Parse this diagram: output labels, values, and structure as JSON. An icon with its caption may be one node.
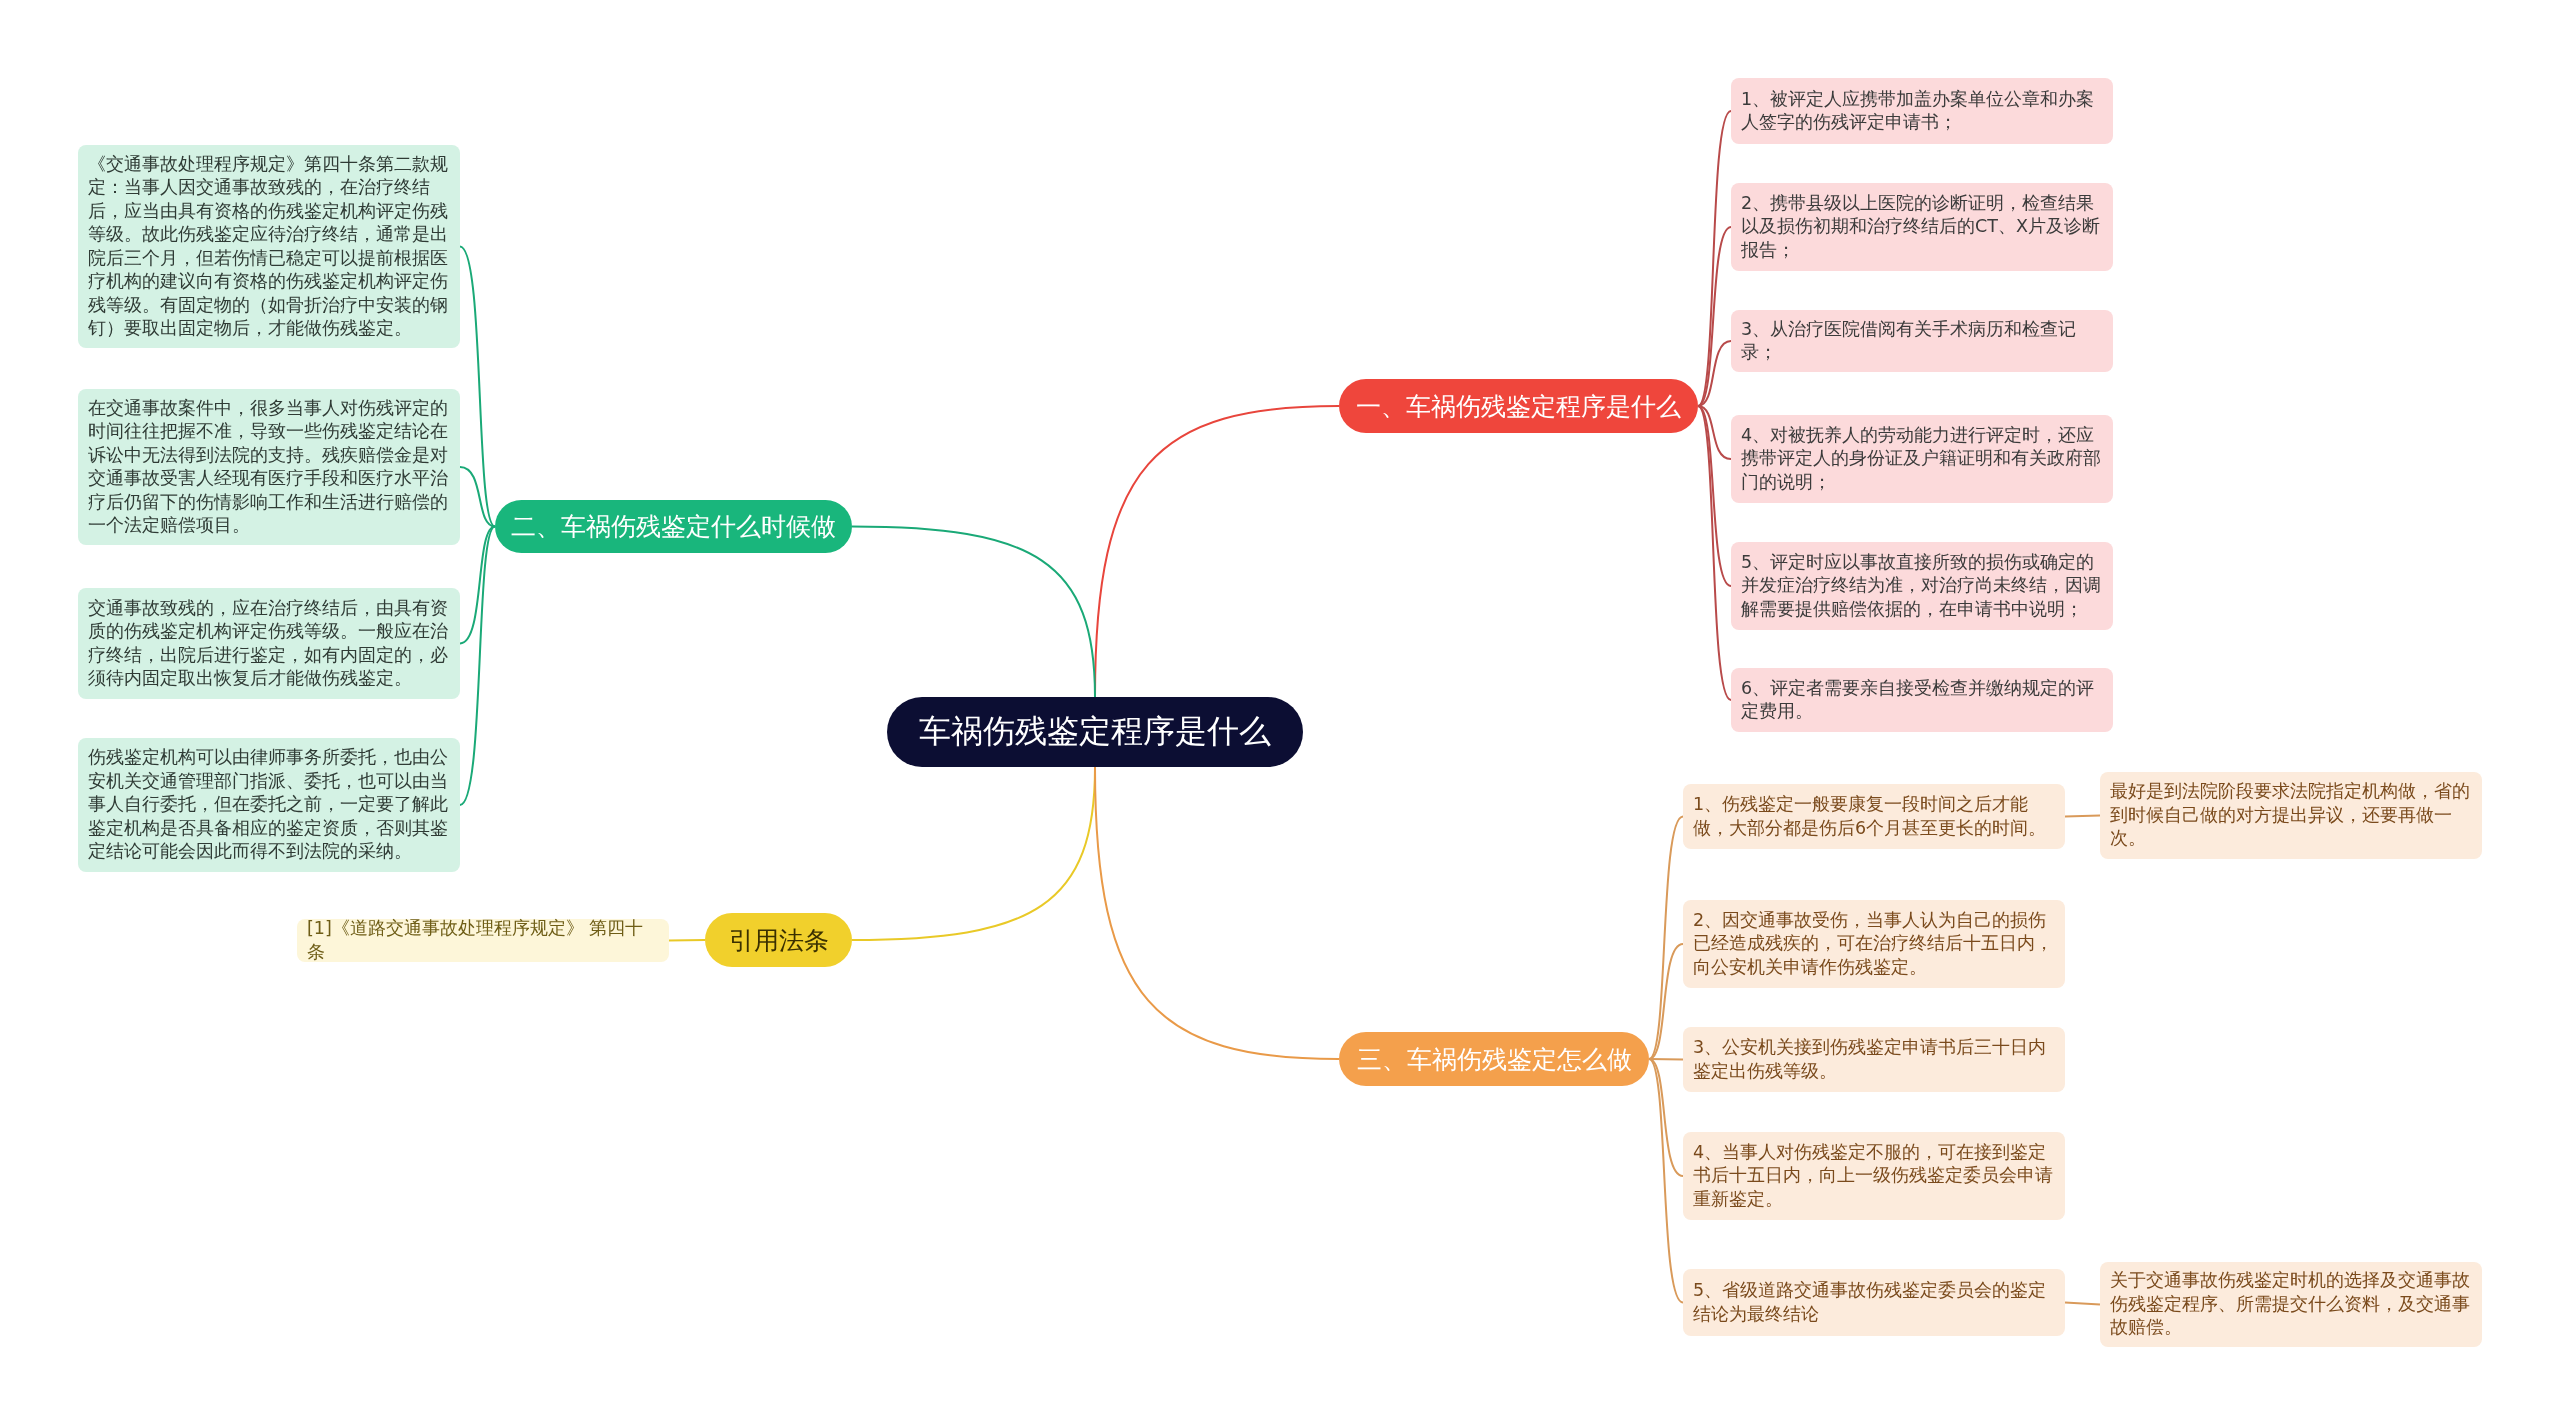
{
  "diagram": {
    "nodes": [
      {
        "text": [
          "车祸伤残鉴定程序是什么"
        ]
      },
      {
        "text": [
          "一、车祸伤残鉴定程序是什么"
        ]
      },
      {
        "text": [
          "1、被评定人应携带加盖办案单位公章和办案人签字的伤残评定申请书；"
        ]
      },
      {
        "text": [
          "2、携带县级以上医院的诊断证明，检查结果以及损伤初期和治疗终结后的CT、X片及诊断报告；"
        ]
      },
      {
        "text": [
          "3、从治疗医院借阅有关手术病历和检查记录；"
        ]
      },
      {
        "text": [
          "4、对被抚养人的劳动能力进行评定时，还应携带评定人的身份证及户籍证明和有关政府部门的说明；"
        ]
      },
      {
        "text": [
          "5、评定时应以事故直接所致的损伤或确定的并发症治疗终结为准，对治疗尚未终结，因调解需要提供赔偿依据的，在申请书中说明；"
        ]
      },
      {
        "text": [
          "6、评定者需要亲自接受检查并缴纳规定的评定费用。"
        ]
      },
      {
        "text": [
          "二、车祸伤残鉴定什么时候做"
        ]
      },
      {
        "text": [
          "《交通事故处理程序规定》第四十条第二款规定：当事人因交通事故致残的，在治疗终结后，应当由具有资格的伤残鉴定机构评定伤残等级。故此伤残鉴定应待治疗终结，通常是出院后三个月，但若伤情已稳定可以提前根据医疗机构的建议向有资格的伤残鉴定机构评定伤残等级。有固定物的（如骨折治疗中安装的钢钉）要取出固定物后，才能做伤残鉴定。"
        ]
      },
      {
        "text": [
          "在交通事故案件中，很多当事人对伤残评定的时间往往把握不准，导致一些伤残鉴定结论在诉讼中无法得到法院的支持。残疾赔偿金是对交通事故受害人经现有医疗手段和医疗水平治疗后仍留下的伤情影响工作和生活进行赔偿的一个法定赔偿项目。"
        ]
      },
      {
        "text": [
          "交通事故致残的，应在治疗终结后，由具有资质的伤残鉴定机构评定伤残等级。一般应在治疗终结，出院后进行鉴定，如有内固定的，必须待内固定取出恢复后才能做伤残鉴定。"
        ]
      },
      {
        "text": [
          "伤残鉴定机构可以由律师事务所委托，也由公安机关交通管理部门指派、委托，也可以由当事人自行委托，但在委托之前，一定要了解此鉴定机构是否具备相应的鉴定资质，否则其鉴定结论可能会因此而得不到法院的采纳。"
        ]
      },
      {
        "text": [
          "引用法条"
        ]
      },
      {
        "text": [
          "[1]《道路交通事故处理程序规定》 第四十条"
        ]
      },
      {
        "text": [
          "三、车祸伤残鉴定怎么做"
        ]
      },
      {
        "text": [
          "1、伤残鉴定一般要康复一段时间之后才能做，大部分都是伤后6个月甚至更长的时间。"
        ]
      },
      {
        "text": [
          "2、因交通事故受伤，当事人认为自己的损伤已经造成残疾的，可在治疗终结后十五日内，向公安机关申请作伤残鉴定。"
        ]
      },
      {
        "text": [
          "3、公安机关接到伤残鉴定申请书后三十日内鉴定出伤残等级。"
        ]
      },
      {
        "text": [
          "4、当事人对伤残鉴定不服的，可在接到鉴定书后十五日内，向上一级伤残鉴定委员会申请重新鉴定。"
        ]
      },
      {
        "text": [
          "5、省级道路交通事故伤残鉴定委员会的鉴定结论为最终结论"
        ]
      },
      {
        "text": [
          "最好是到法院阶段要求法院指定机构做，省的到时候自己做的对方提出异议，还要再做一次。"
        ]
      },
      {
        "text": [
          "关于交通事故伤残鉴定时机的选择及交通事故伤残鉴定程序、所需提交什么资料，及交通事故赔偿。"
        ]
      }
    ],
    "edges": [
      {
        "from": 0,
        "to": 1,
        "arrow": "none",
        "color": "#e8453c"
      },
      {
        "from": 1,
        "to": 2,
        "arrow": "none",
        "color": "#b84a4a"
      },
      {
        "from": 1,
        "to": 3,
        "arrow": "none",
        "color": "#b84a4a"
      },
      {
        "from": 1,
        "to": 4,
        "arrow": "none",
        "color": "#b84a4a"
      },
      {
        "from": 1,
        "to": 5,
        "arrow": "none",
        "color": "#b84a4a"
      },
      {
        "from": 1,
        "to": 6,
        "arrow": "none",
        "color": "#b84a4a"
      },
      {
        "from": 1,
        "to": 7,
        "arrow": "none",
        "color": "#b84a4a"
      },
      {
        "from": 0,
        "to": 8,
        "arrow": "none",
        "color": "#1aa977"
      },
      {
        "from": 8,
        "to": 9,
        "arrow": "none",
        "color": "#1aa977"
      },
      {
        "from": 8,
        "to": 10,
        "arrow": "none",
        "color": "#1aa977"
      },
      {
        "from": 8,
        "to": 11,
        "arrow": "none",
        "color": "#1aa977"
      },
      {
        "from": 8,
        "to": 12,
        "arrow": "none",
        "color": "#1aa977"
      },
      {
        "from": 0,
        "to": 13,
        "arrow": "none",
        "color": "#e9c927"
      },
      {
        "from": 13,
        "to": 14,
        "arrow": "none",
        "color": "#e9c927"
      },
      {
        "from": 0,
        "to": 15,
        "arrow": "none",
        "color": "#e99a48"
      },
      {
        "from": 15,
        "to": 16,
        "arrow": "none",
        "color": "#d99a5a"
      },
      {
        "from": 15,
        "to": 17,
        "arrow": "none",
        "color": "#d99a5a"
      },
      {
        "from": 15,
        "to": 18,
        "arrow": "none",
        "color": "#d99a5a"
      },
      {
        "from": 15,
        "to": 19,
        "arrow": "none",
        "color": "#d99a5a"
      },
      {
        "from": 15,
        "to": 20,
        "arrow": "none",
        "color": "#d99a5a"
      },
      {
        "from": 16,
        "to": 21,
        "arrow": "none",
        "color": "#d99a5a"
      },
      {
        "from": 20,
        "to": 22,
        "arrow": "none",
        "color": "#d99a5a"
      }
    ]
  }
}
